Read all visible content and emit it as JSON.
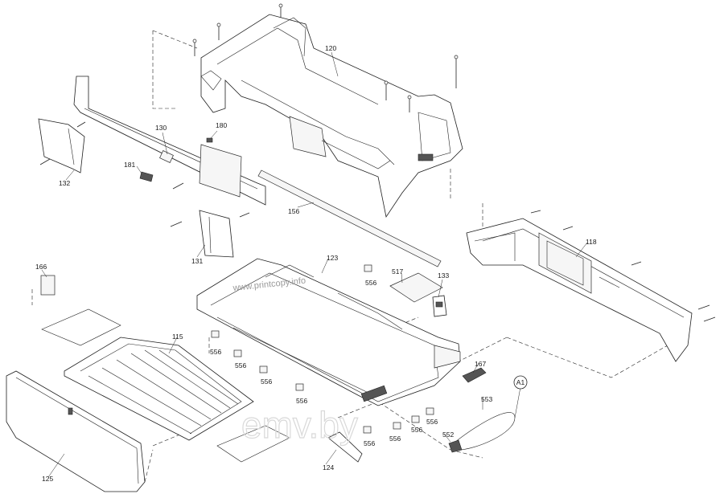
{
  "callouts": {
    "c120": "120",
    "c180": "180",
    "c130": "130",
    "c181": "181",
    "c132": "132",
    "c156": "156",
    "c118": "118",
    "c131": "131",
    "c123": "123",
    "c517": "517",
    "c133": "133",
    "c166": "166",
    "c556a": "556",
    "c115": "115",
    "c556b": "556",
    "c556c": "556",
    "c556d": "556",
    "c556e": "556",
    "c167": "167",
    "c553": "553",
    "c556f": "556",
    "c556g": "556",
    "c556h": "556",
    "c556i": "556",
    "c552": "552",
    "c124": "124",
    "c125": "125"
  },
  "connector": "A1",
  "watermarks": {
    "site": "www.printcopy.info",
    "brand": "emv.by"
  }
}
